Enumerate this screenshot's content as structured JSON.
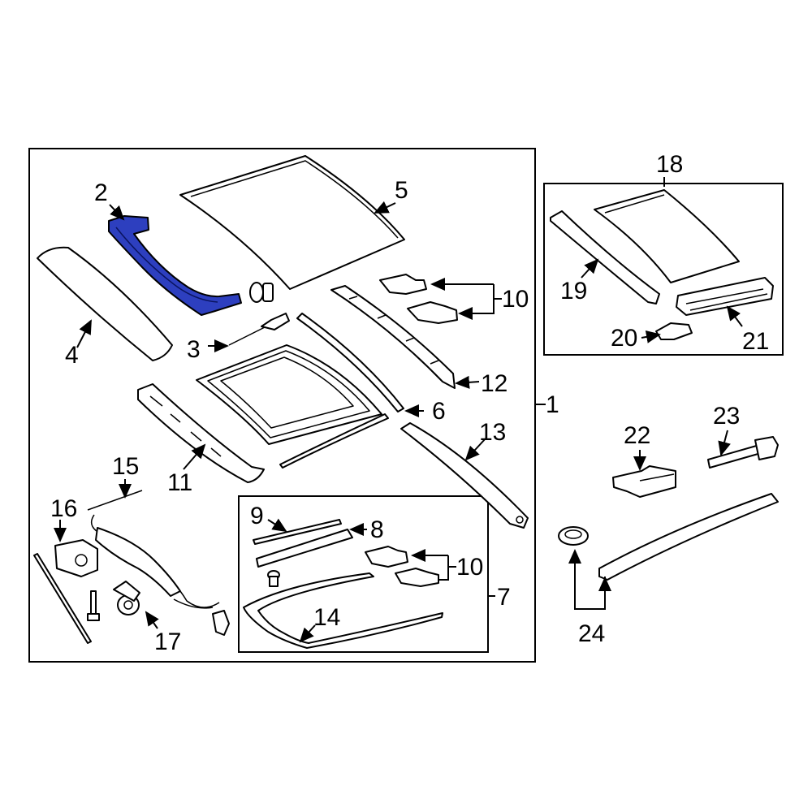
{
  "diagram": {
    "highlight_color": "#2d3fbf",
    "labels": {
      "p1": "1",
      "p2": "2",
      "p3": "3",
      "p4": "4",
      "p5": "5",
      "p6": "6",
      "p7": "7",
      "p8": "8",
      "p9": "9",
      "p10a": "10",
      "p10b": "10",
      "p11": "11",
      "p12": "12",
      "p13": "13",
      "p14": "14",
      "p15": "15",
      "p16": "16",
      "p17": "17",
      "p18": "18",
      "p19": "19",
      "p20": "20",
      "p21": "21",
      "p22": "22",
      "p23": "23",
      "p24": "24"
    }
  }
}
